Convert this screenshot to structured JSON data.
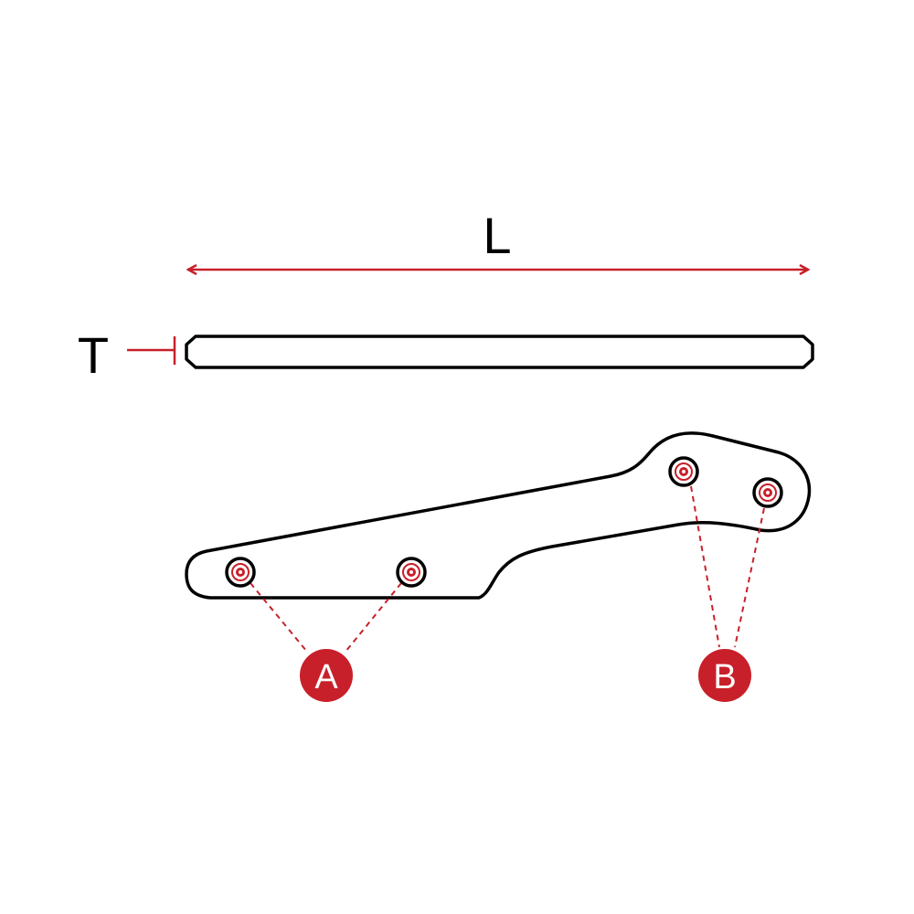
{
  "dimensions": {
    "length_label": "L",
    "thickness_label": "T"
  },
  "markers": [
    {
      "label": "A"
    },
    {
      "label": "B"
    }
  ],
  "colors": {
    "accent": "#c8202a",
    "outline": "#000000",
    "marker_text": "#ffffff"
  }
}
